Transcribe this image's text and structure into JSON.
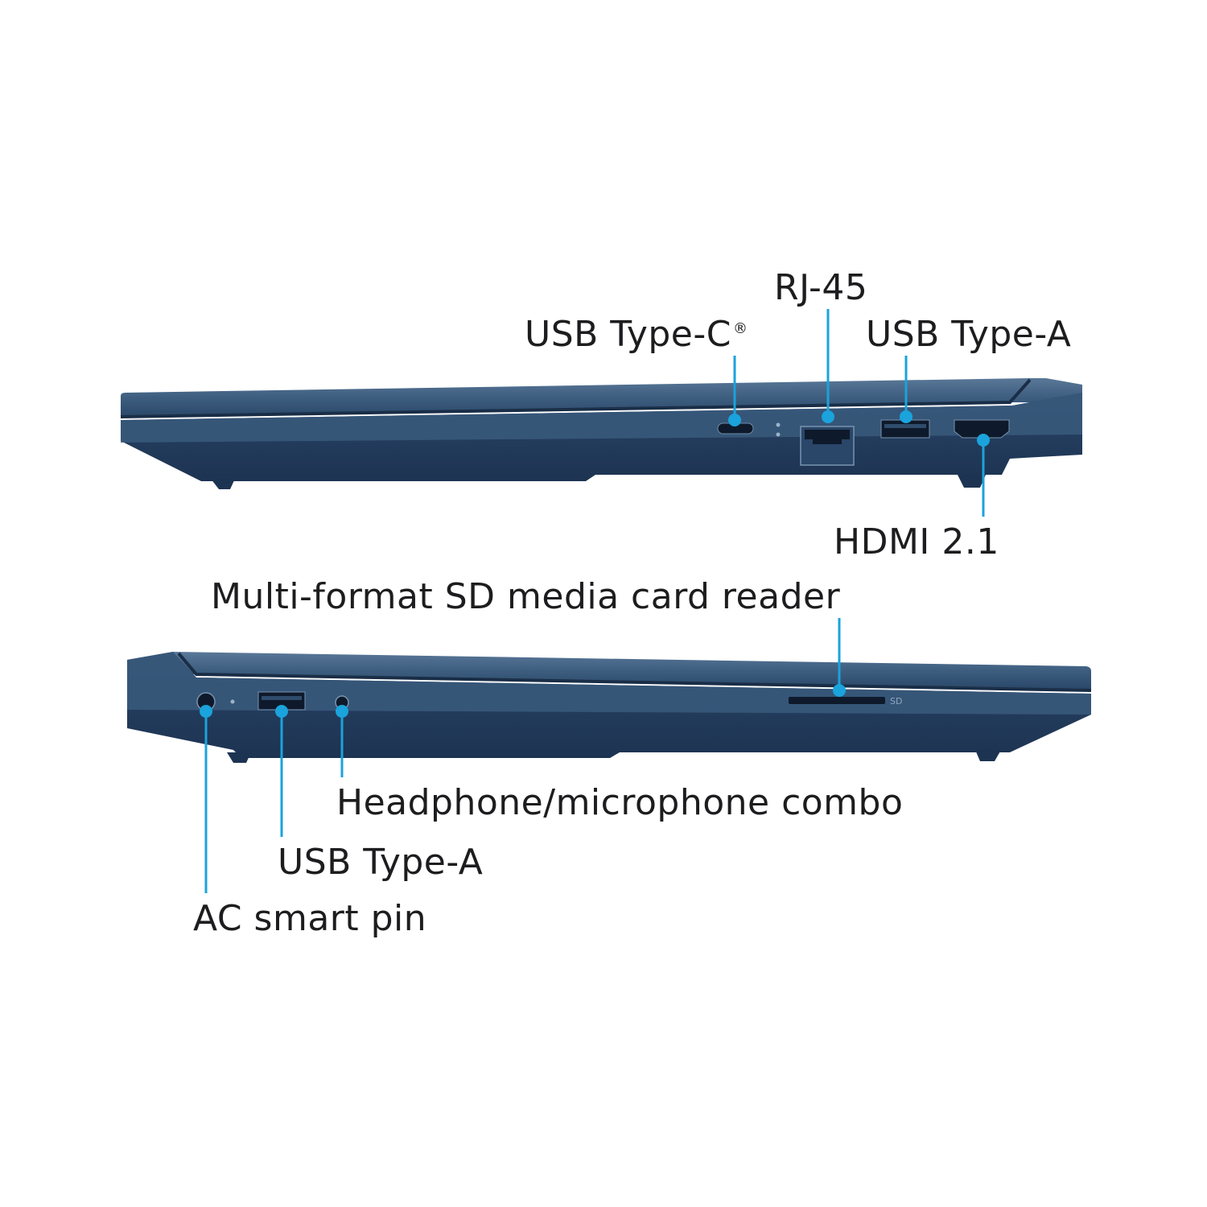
{
  "colors": {
    "laptop_body": "#3b5b7d",
    "laptop_dark": "#1d3352",
    "callout": "#1aa3dc",
    "label_text": "#1d1d1f"
  },
  "right_side": {
    "labels": {
      "usb_c": "USB Type-C",
      "usb_c_mark": "®",
      "rj45": "RJ-45",
      "usb_a": "USB Type-A",
      "hdmi": "HDMI 2.1"
    }
  },
  "left_side": {
    "labels": {
      "sd_reader": "Multi-format SD media card reader",
      "headphone": "Headphone/microphone combo",
      "usb_a": "USB Type-A",
      "ac_pin": "AC smart pin"
    },
    "sd_slot_mark": "SD"
  }
}
